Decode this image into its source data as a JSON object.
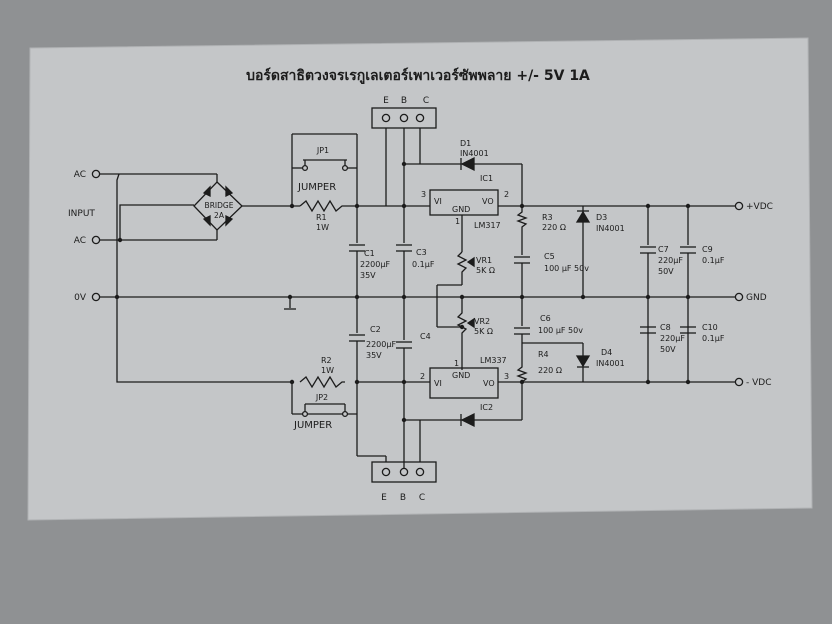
{
  "title": "บอร์ดสาธิตวงจรเรกูเลเตอร์เพาเวอร์ซัพพลาย +/- 5V 1A",
  "connectors": {
    "top": [
      "E",
      "B",
      "C"
    ],
    "bottom": [
      "E",
      "B",
      "C"
    ]
  },
  "terminals": {
    "ac_top": "AC",
    "input": "INPUT",
    "ac_bottom": "AC",
    "zero_v": "0V",
    "plus_vdc": "+VDC",
    "gnd": "GND",
    "minus_vdc": "- VDC"
  },
  "bridge": {
    "name": "BRIDGE",
    "rating": "2A"
  },
  "jumpers": {
    "jp1": {
      "ref": "JP1",
      "label": "JUMPER"
    },
    "jp2": {
      "ref": "JP2",
      "label": "JUMPER"
    }
  },
  "resistors": {
    "r1": {
      "ref": "R1",
      "value": "1W"
    },
    "r2": {
      "ref": "R2",
      "value": "1W"
    },
    "r3": {
      "ref": "R3",
      "value": "220 Ω"
    },
    "r4": {
      "ref": "R4",
      "value": "220 Ω"
    }
  },
  "pots": {
    "vr1": {
      "ref": "VR1",
      "value": "5K Ω"
    },
    "vr2": {
      "ref": "VR2",
      "value": "5K Ω"
    }
  },
  "capacitors": {
    "c1": {
      "ref": "C1",
      "value": "2200µF",
      "voltage": "35V"
    },
    "c2": {
      "ref": "C2",
      "value": "2200µF",
      "voltage": "35V"
    },
    "c3": {
      "ref": "C3",
      "value": "0.1µF"
    },
    "c4": {
      "ref": "C4"
    },
    "c5": {
      "ref": "C5",
      "value": "100 µF 50v"
    },
    "c6": {
      "ref": "C6",
      "value": "100 µF 50v"
    },
    "c7": {
      "ref": "C7",
      "value": "220µF",
      "voltage": "50V"
    },
    "c8": {
      "ref": "C8",
      "value": "220µF",
      "voltage": "50V"
    },
    "c9": {
      "ref": "C9",
      "value": "0.1µF"
    },
    "c10": {
      "ref": "C10",
      "value": "0.1µF"
    }
  },
  "diodes": {
    "d1": {
      "ref": "D1",
      "part": "IN4001"
    },
    "d3": {
      "ref": "D3",
      "part": "IN4001"
    },
    "d4": {
      "ref": "D4",
      "part": "IN4001"
    }
  },
  "ics": {
    "ic1": {
      "ref": "IC1",
      "part": "LM317",
      "vi": "VI",
      "gnd": "GND",
      "vo": "VO",
      "pin_vi": "3",
      "pin_vo": "2",
      "pin_adj": "1"
    },
    "ic2": {
      "ref": "IC2",
      "part": "LM337",
      "vi": "VI",
      "gnd": "GND",
      "vo": "VO",
      "pin_vi": "2",
      "pin_vo": "3",
      "pin_adj": "1"
    }
  },
  "colors": {
    "background": "#8f9193",
    "sheet": "#c4c6c8",
    "ink": "#1c1c1c"
  }
}
